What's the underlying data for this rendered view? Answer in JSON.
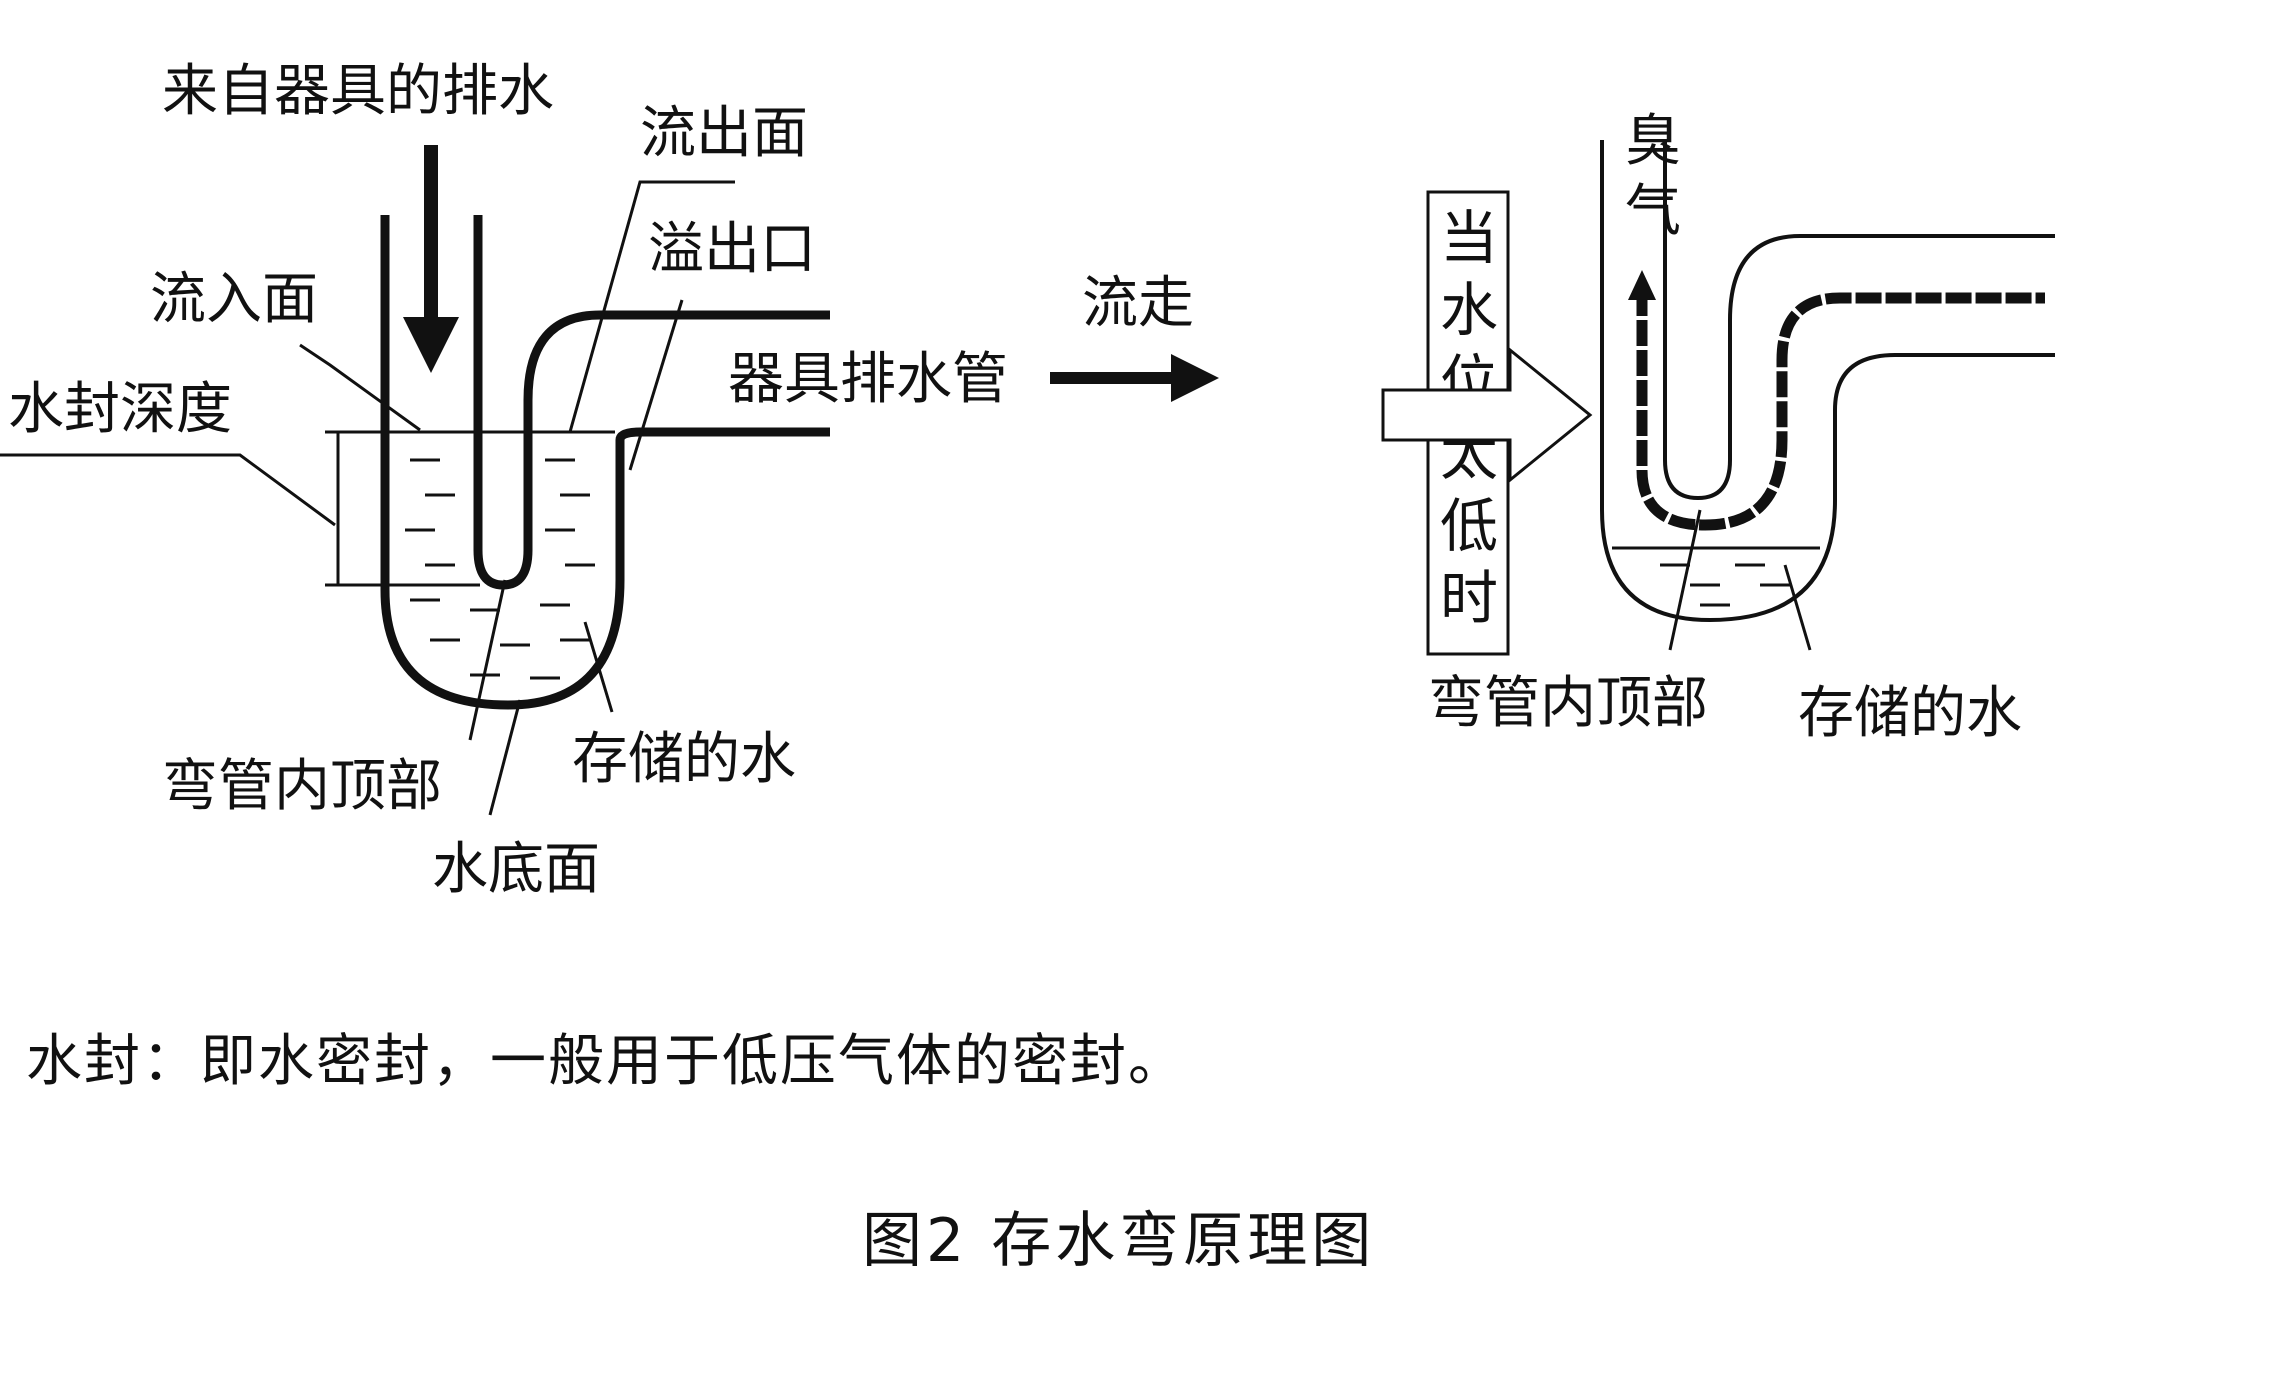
{
  "left_diagram": {
    "labels": {
      "incoming_drainage": "来自器具的排水",
      "outflow_surface": "流出面",
      "overflow_outlet": "溢出口",
      "inflow_surface": "流入面",
      "seal_depth": "水封深度",
      "fixture_drain_pipe": "器具排水管",
      "flow_away": "流走",
      "crown_weir": "弯管内顶部",
      "stored_water": "存储的水",
      "water_bottom": "水底面"
    }
  },
  "right_diagram": {
    "condition_label": [
      "当",
      "水",
      "位",
      "太",
      "低",
      "时"
    ],
    "labels": {
      "odor": [
        "臭",
        "气"
      ],
      "crown_weir": "弯管内顶部",
      "stored_water": "存储的水"
    }
  },
  "note": "水封：即水密封，一般用于低压气体的密封。",
  "figure_caption": "图2 存水弯原理图"
}
